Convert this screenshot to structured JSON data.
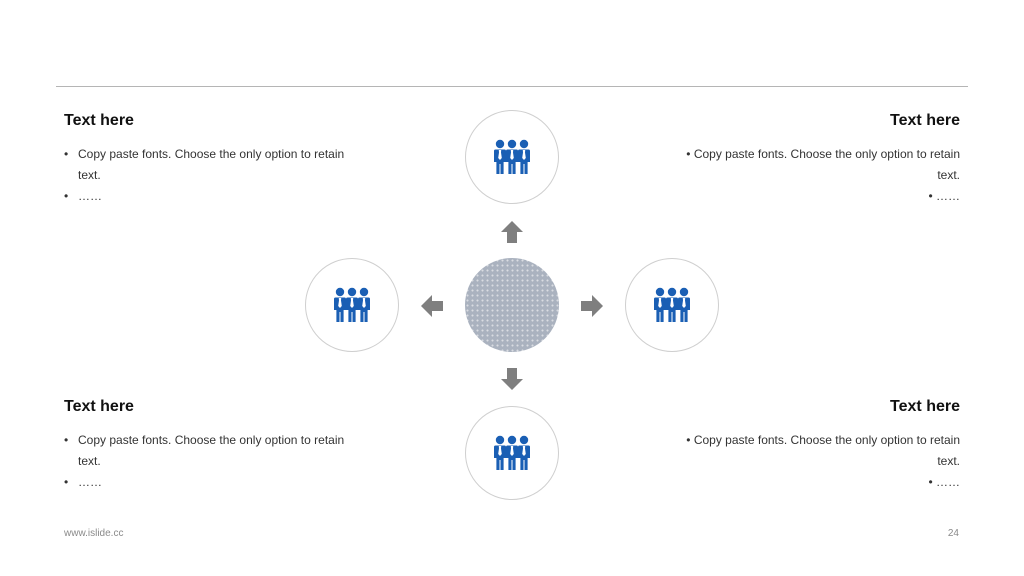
{
  "blocks": [
    {
      "title": "Text here",
      "bullets": [
        "Copy paste fonts. Choose the only option to retain text.",
        "……"
      ]
    },
    {
      "title": "Text here",
      "bullets": [
        "Copy paste fonts. Choose the only option to retain text.",
        "……"
      ]
    },
    {
      "title": "Text here",
      "bullets": [
        "Copy paste fonts. Choose the only option to retain text.",
        "……"
      ]
    },
    {
      "title": "Text here",
      "bullets": [
        "Copy paste fonts. Choose the only option to retain text.",
        "……"
      ]
    }
  ],
  "icons": {
    "nodes": "team-icon",
    "arrows": "arrow-icon"
  },
  "colors": {
    "icon": "#1a5fb4",
    "arrow": "#7f7f7f",
    "center_fill": "#aab2bf",
    "rule": "#b5b5b5"
  },
  "footer": {
    "url": "www.islide.cc",
    "page_number": "24"
  }
}
